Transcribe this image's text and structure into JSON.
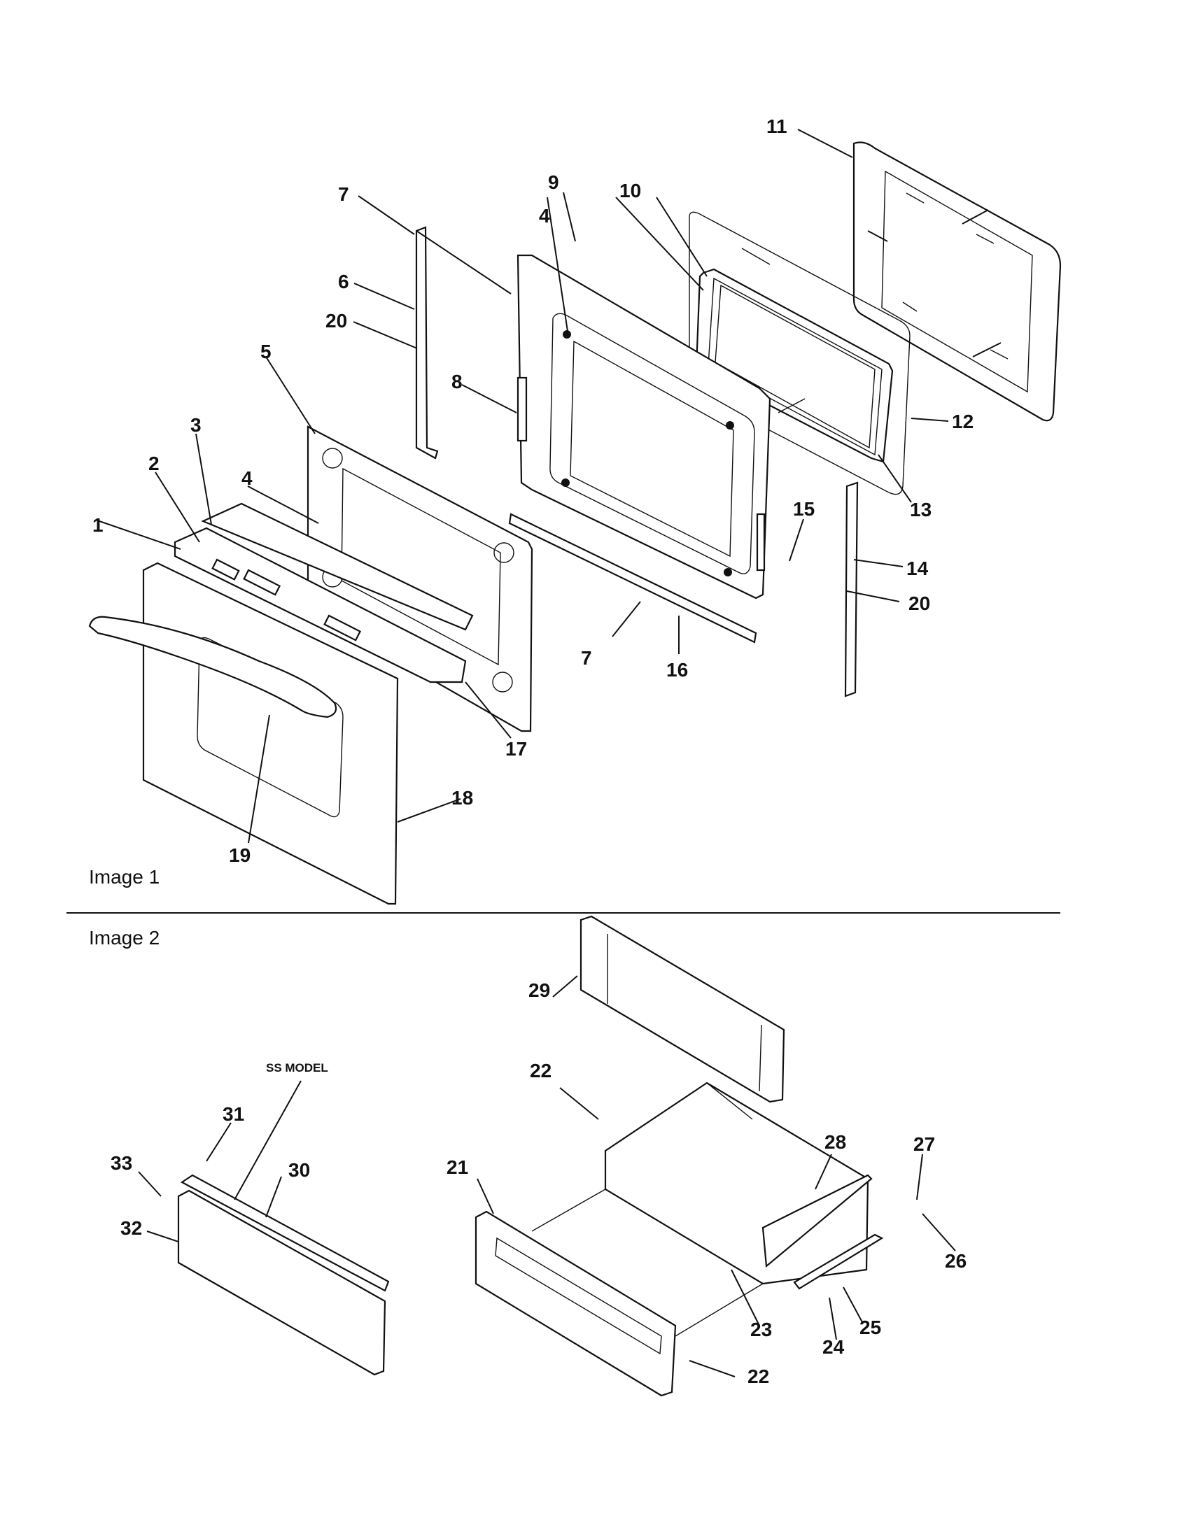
{
  "image1": {
    "caption": "Image 1",
    "labels": {
      "c1": "1",
      "c2": "2",
      "c3": "3",
      "c4a": "4",
      "c4b": "4",
      "c5": "5",
      "c6": "6",
      "c7a": "7",
      "c7b": "7",
      "c8": "8",
      "c9": "9",
      "c10": "10",
      "c11": "11",
      "c12": "12",
      "c13": "13",
      "c14": "14",
      "c15": "15",
      "c16": "16",
      "c17": "17",
      "c18": "18",
      "c19": "19",
      "c20a": "20",
      "c20b": "20"
    }
  },
  "image2": {
    "caption": "Image 2",
    "ss_model": "SS MODEL",
    "labels": {
      "c21": "21",
      "c22a": "22",
      "c22b": "22",
      "c23": "23",
      "c24": "24",
      "c25": "25",
      "c26": "26",
      "c27": "27",
      "c28": "28",
      "c29": "29",
      "c30": "30",
      "c31": "31",
      "c32": "32",
      "c33": "33"
    }
  }
}
